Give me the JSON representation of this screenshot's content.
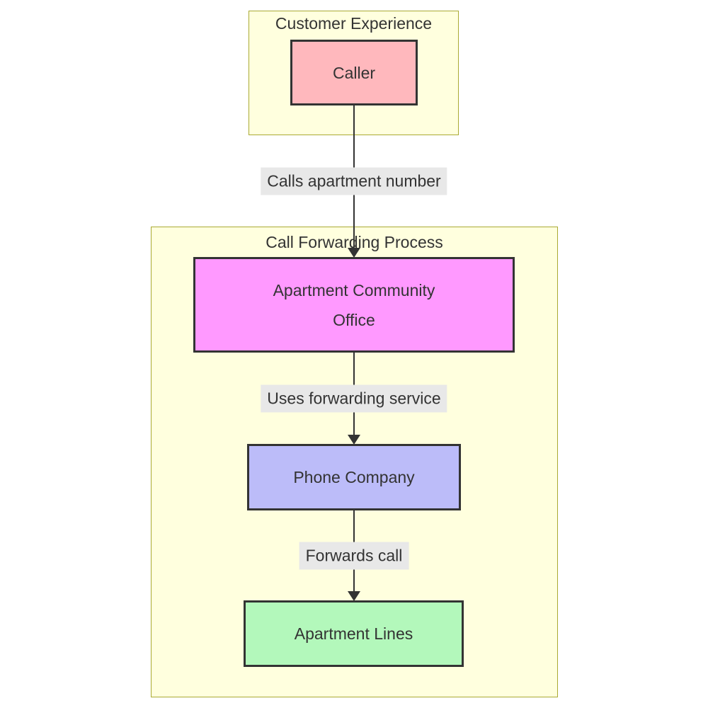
{
  "diagram": {
    "type": "flowchart",
    "direction": "top-down",
    "clusters": {
      "customer_experience": {
        "title": "Customer Experience"
      },
      "call_forwarding": {
        "title": "Call Forwarding Process"
      }
    },
    "nodes": {
      "caller": {
        "label": "Caller",
        "fill": "#ffb8bd"
      },
      "office": {
        "lines": [
          "Apartment Community",
          "Office"
        ],
        "fill": "#ff99ff"
      },
      "phone": {
        "label": "Phone Company",
        "fill": "#bcbcf9"
      },
      "apartment_lines": {
        "label": "Apartment Lines",
        "fill": "#b3f8bb"
      }
    },
    "edges": {
      "caller_to_office": {
        "label": "Calls apartment number",
        "from": "Caller",
        "to": "Apartment Community Office"
      },
      "office_to_phone": {
        "label": "Uses forwarding service",
        "from": "Apartment Community Office",
        "to": "Phone Company"
      },
      "phone_to_lines": {
        "label": "Forwards call",
        "from": "Phone Company",
        "to": "Apartment Lines"
      }
    },
    "colors": {
      "cluster_fill": "#ffffde",
      "cluster_border": "#aaaa33",
      "node_border": "#333333",
      "edge_stroke": "#333333",
      "edge_label_bg": "#e8e8e8",
      "text": "#333333",
      "page_bg": "#ffffff"
    }
  }
}
